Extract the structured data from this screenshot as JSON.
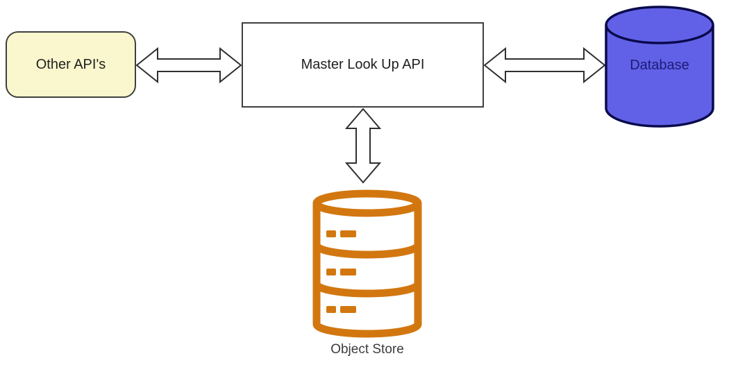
{
  "diagram": {
    "background": "#FFFFFF",
    "nodes": {
      "other_apis": {
        "label": "Other API's",
        "shape": "rounded-rectangle",
        "fill": "#FAF6CD",
        "border": "#3F3F3F"
      },
      "master_lookup_api": {
        "label": "Master Look Up API",
        "shape": "rectangle",
        "fill": "#FFFFFF",
        "border": "#3F3F3F"
      },
      "database": {
        "label": "Database",
        "shape": "cylinder",
        "fill": "#6161E8",
        "border": "#0A0A4D",
        "text_color": "#1C1C74"
      },
      "object_store": {
        "label": "Object Store",
        "shape": "stacked-database-icon",
        "stroke": "#D2770F",
        "text_color": "#3C3C3C"
      }
    },
    "arrow": {
      "fill": "#FFFFFF",
      "stroke": "#2F2F2F",
      "style": "double-headed-outline"
    },
    "connections": [
      {
        "from": "other_apis",
        "to": "master_lookup_api",
        "type": "bidirectional"
      },
      {
        "from": "master_lookup_api",
        "to": "database",
        "type": "bidirectional"
      },
      {
        "from": "master_lookup_api",
        "to": "object_store",
        "type": "bidirectional"
      }
    ]
  }
}
